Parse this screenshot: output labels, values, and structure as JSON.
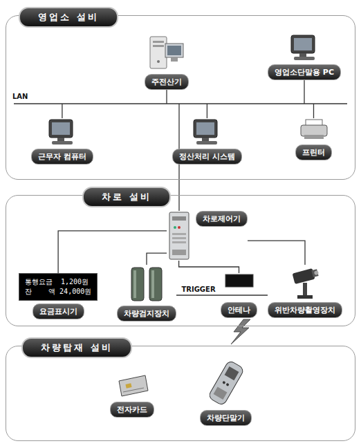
{
  "diagram": {
    "nodes": [
      {
        "text": [
          "영업소 설비"
        ]
      },
      {
        "text": [
          "주전산기"
        ],
        "in": 0
      },
      {
        "text": [
          "영업소단말용 PC"
        ],
        "in": 0
      },
      {
        "text": [
          "근무자 컴퓨터"
        ],
        "in": 0
      },
      {
        "text": [
          "정산처리 시스템"
        ],
        "in": 0
      },
      {
        "text": [
          "프린터"
        ],
        "in": 0
      },
      {
        "text": [
          "차로 설비"
        ]
      },
      {
        "text": [
          "차로제어기"
        ],
        "in": 6
      },
      {
        "text": [
          "통행요금  1,200원",
          "잔    액 24,000원",
          "요금표시기"
        ],
        "in": 6
      },
      {
        "text": [
          "차량검지장치"
        ],
        "in": 6
      },
      {
        "text": [
          "안테나"
        ],
        "in": 6
      },
      {
        "text": [
          "위반차량촬영장치"
        ],
        "in": 6
      },
      {
        "text": [
          "차량탑재 설비"
        ]
      },
      {
        "text": [
          "전자카드"
        ],
        "in": 12
      },
      {
        "text": [
          "차량단말기"
        ],
        "in": 12
      }
    ],
    "edges": [
      {
        "from": 7,
        "to": 8,
        "arrow": "none"
      },
      {
        "from": 7,
        "to": 9,
        "arrow": "none"
      },
      {
        "from": 7,
        "to": 10,
        "arrow": "none"
      },
      {
        "from": 7,
        "to": 11,
        "arrow": "none"
      },
      {
        "from": 9,
        "to": 11,
        "label": "TRIGGER",
        "arrow": "none"
      }
    ],
    "labels": [
      "LAN"
    ]
  }
}
